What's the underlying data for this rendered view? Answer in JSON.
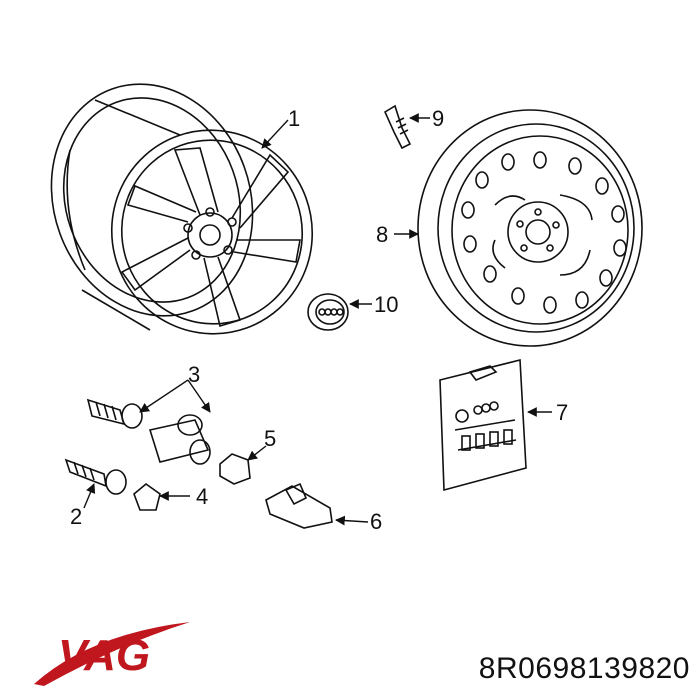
{
  "diagram": {
    "callouts": [
      {
        "id": "1",
        "label": "1"
      },
      {
        "id": "2",
        "label": "2"
      },
      {
        "id": "3",
        "label": "3"
      },
      {
        "id": "4",
        "label": "4"
      },
      {
        "id": "5",
        "label": "5"
      },
      {
        "id": "6",
        "label": "6"
      },
      {
        "id": "7",
        "label": "7"
      },
      {
        "id": "8",
        "label": "8"
      },
      {
        "id": "9",
        "label": "9"
      },
      {
        "id": "10",
        "label": "10"
      }
    ]
  },
  "brand": {
    "logo_text": "VAG",
    "logo_color": "#c0161d"
  },
  "part_number": "8R0698139820"
}
